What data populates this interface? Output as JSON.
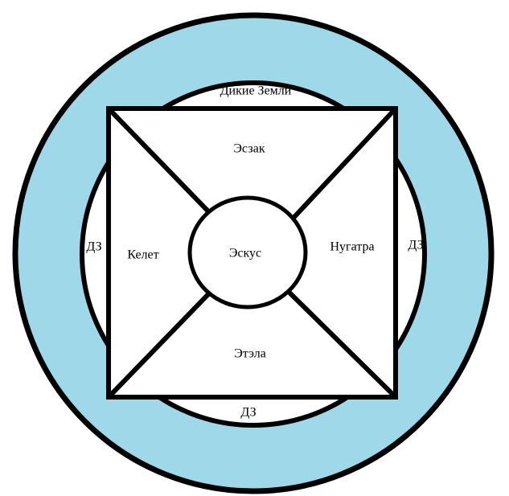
{
  "colors": {
    "ring": "#9fd9e9",
    "stroke": "#000000",
    "background": "#ffffff"
  },
  "labels": {
    "wildlands": "Дикие Земли",
    "north": "Эсзак",
    "west": "Келет",
    "center": "Эскус",
    "east": "Нугатра",
    "south": "Этэла",
    "dz_left": "ДЗ",
    "dz_right": "ДЗ",
    "dz_bottom": "ДЗ"
  }
}
